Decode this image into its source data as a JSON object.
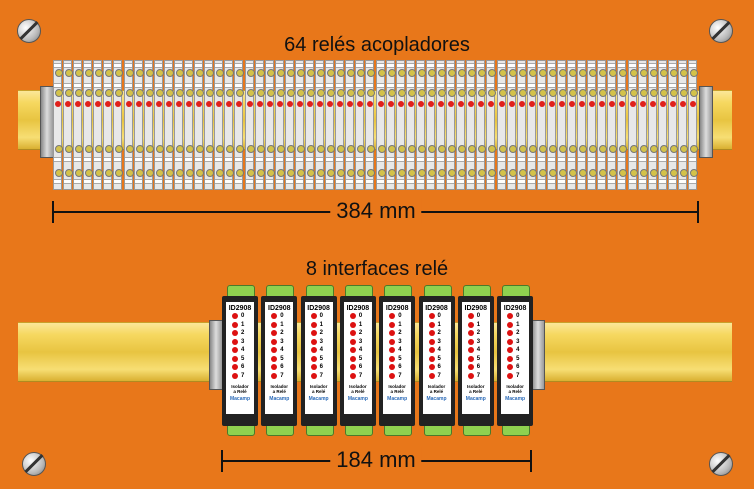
{
  "top": {
    "title": "64 relés acopladores",
    "relay_count": 64,
    "dimension": "384 mm"
  },
  "bottom": {
    "title": "8 interfaces relé",
    "dimension": "184 mm",
    "module": {
      "model": "ID2908",
      "channels": [
        "0",
        "1",
        "2",
        "3",
        "4",
        "5",
        "6",
        "7"
      ],
      "label_line1": "Isolador",
      "label_line2": "a Relé",
      "brand": "Macamp"
    },
    "module_count": 8
  },
  "colors": {
    "background": "#E8771A",
    "rail": "#F6D860",
    "led": "#E0201A",
    "connector": "#8FD14F"
  }
}
